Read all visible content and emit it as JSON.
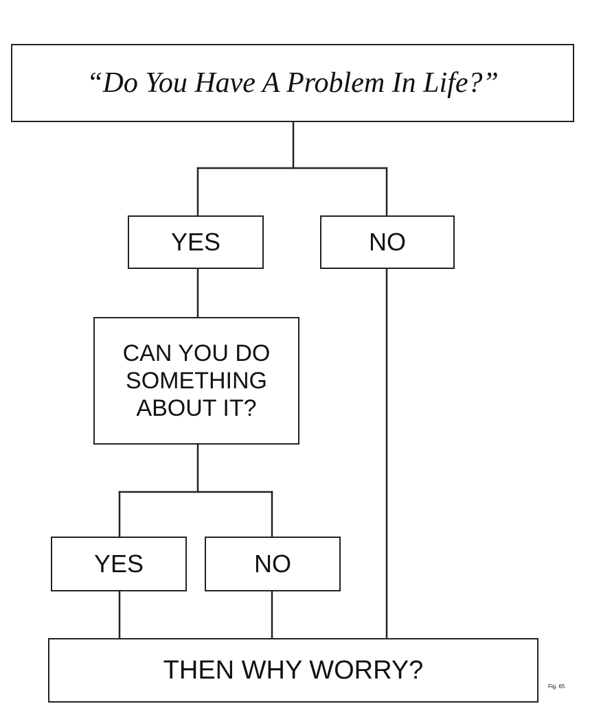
{
  "diagram": {
    "title": "“Do You Have A Problem In Life?”",
    "branch_yes": "YES",
    "branch_no": "NO",
    "question": "CAN YOU DO SOMETHING ABOUT IT?",
    "sub_yes": "YES",
    "sub_no": "NO",
    "conclusion": "THEN WHY WORRY?",
    "figure_label": "Fig. 65"
  },
  "colors": {
    "line": "#222222",
    "background": "#ffffff"
  }
}
